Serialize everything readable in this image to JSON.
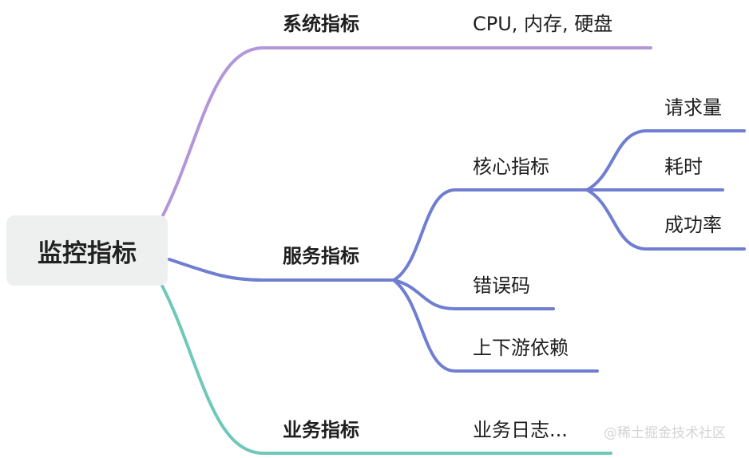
{
  "root": {
    "label": "监控指标"
  },
  "branches": [
    {
      "label": "系统指标",
      "color": "#b396d9",
      "children": [
        {
          "label": "CPU, 内存, 硬盘"
        }
      ]
    },
    {
      "label": "服务指标",
      "color": "#6f7ed0",
      "children": [
        {
          "label": "核心指标",
          "children": [
            {
              "label": "请求量"
            },
            {
              "label": "耗时"
            },
            {
              "label": "成功率"
            }
          ]
        },
        {
          "label": "错误码"
        },
        {
          "label": "上下游依赖"
        }
      ]
    },
    {
      "label": "业务指标",
      "color": "#6fc8b8",
      "children": [
        {
          "label": "业务日志..."
        }
      ]
    }
  ],
  "watermark": "@稀土掘金技术社区"
}
